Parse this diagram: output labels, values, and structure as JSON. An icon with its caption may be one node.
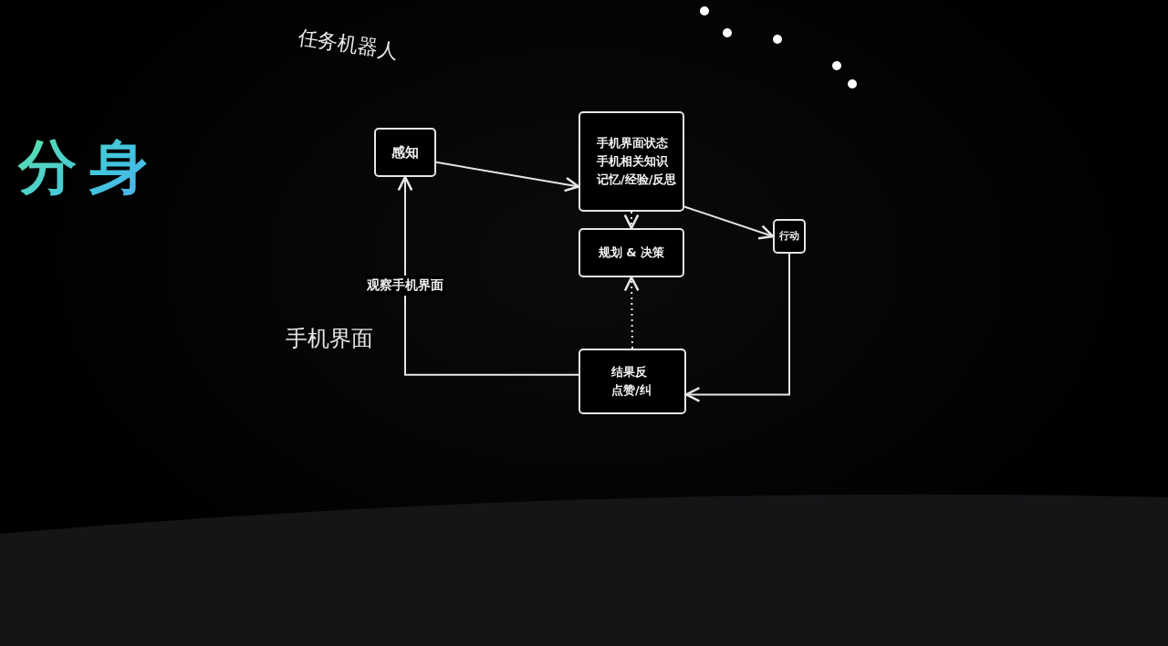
{
  "diagram": {
    "title": "分身",
    "nodes": [
      {
        "text": [
          "感知"
        ]
      },
      {
        "text": [
          "手机界面状态",
          "手机相关知识",
          "记忆/经验/反思"
        ]
      },
      {
        "text": [
          "规划 & 决策"
        ]
      },
      {
        "text": [
          "行动"
        ]
      },
      {
        "text": [
          "结果反",
          "点赞/纠"
        ]
      }
    ],
    "edges": [
      {
        "from": 0,
        "to": 1,
        "arrow": "to"
      },
      {
        "from": 1,
        "to": 2,
        "arrow": "to",
        "style": "dashed"
      },
      {
        "from": 1,
        "to": 3,
        "arrow": "to"
      },
      {
        "from": 3,
        "to": 4,
        "arrow": "to"
      },
      {
        "from": 4,
        "to": 0,
        "arrow": "to",
        "label": "观察手机界面"
      },
      {
        "from": 4,
        "to": 2,
        "arrow": "to",
        "style": "dashed"
      }
    ],
    "labels": [
      "任务机器人",
      "手机界面"
    ]
  }
}
